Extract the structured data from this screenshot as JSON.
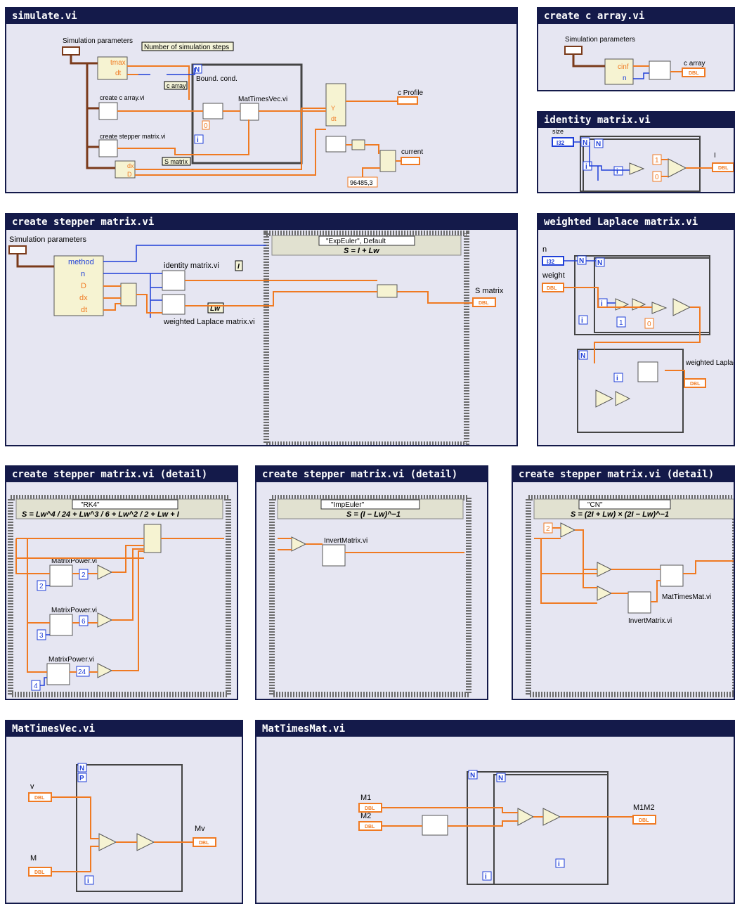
{
  "panels": {
    "simulate": {
      "title": "simulate.vi",
      "sim_params": "Simulation parameters",
      "tmax": "tmax",
      "dt": "dt",
      "num_steps": "Number of simulation steps",
      "bound_cond": "Bound. cond.",
      "c_array": "c array",
      "create_c_array": "create c array.vi",
      "mat_times_vec": "MatTimesVec.vi",
      "create_stepper": "create stepper matrix.vi",
      "s_matrix": "S matrix",
      "dx": "dx",
      "D": "D",
      "c_profile": "c Profile",
      "current": "current",
      "const": "96485,3",
      "zero": "0",
      "N": "N",
      "i": "i"
    },
    "create_c_array": {
      "title": "create c array.vi",
      "sim_params": "Simulation parameters",
      "cinf": "cinf",
      "n": "n",
      "c_array": "c array",
      "dbl": "DBL"
    },
    "identity": {
      "title": "identity matrix.vi",
      "size": "size",
      "i32": "I32",
      "N": "N",
      "i": "i",
      "one": "1",
      "zero": "0",
      "I": "I",
      "dbl": "DBL"
    },
    "stepper": {
      "title": "create stepper matrix.vi",
      "sim_params": "Simulation parameters",
      "fields": [
        "method",
        "n",
        "D",
        "dx",
        "dt"
      ],
      "identity": "identity matrix.vi",
      "weighted": "weighted Laplace matrix.vi",
      "I": "I",
      "Lw": "Lw",
      "case": "\"ExpEuler\", Default",
      "formula": "S = I + Lw",
      "s_matrix": "S matrix",
      "dbl": "DBL"
    },
    "laplace": {
      "title": "weighted Laplace matrix.vi",
      "n": "n",
      "weight": "weight",
      "i32": "I32",
      "dbl": "DBL",
      "N": "N",
      "i": "i",
      "one": "1",
      "zero": "0",
      "out": "weighted\nLaplace matrix"
    },
    "rk4": {
      "title": "create stepper matrix.vi (detail)",
      "case": "\"RK4\"",
      "formula": "S = Lw^4 / 24 + Lw^3 / 6 + Lw^2 / 2 + Lw + I",
      "mp": "MatrixPower.vi",
      "two": "2",
      "three": "3",
      "four": "4",
      "six": "6",
      "tf": "24"
    },
    "imp": {
      "title": "create stepper matrix.vi (detail)",
      "case": "\"ImpEuler\"",
      "formula": "S = (I − Lw)^−1",
      "invert": "InvertMatrix.vi"
    },
    "cn": {
      "title": "create stepper matrix.vi (detail)",
      "case": "\"CN\"",
      "formula": "S = (2I + Lw) × (2I − Lw)^−1",
      "two": "2",
      "mtm": "MatTimesMat.vi",
      "invert": "InvertMatrix.vi"
    },
    "mtv": {
      "title": "MatTimesVec.vi",
      "v": "v",
      "M": "M",
      "Mv": "Mv",
      "dbl": "DBL",
      "N": "N",
      "P": "P",
      "i": "i"
    },
    "mtm": {
      "title": "MatTimesMat.vi",
      "M1": "M1",
      "M2": "M2",
      "M1M2": "M1M2",
      "dbl": "DBL",
      "N": "N",
      "i": "i"
    }
  },
  "colors": {
    "dbl_wire": "#f07a22",
    "int_wire": "#1f3fd8",
    "cluster_wire": "#7a3a1a",
    "frame": "#141a4a",
    "panel_bg": "#e6e6f2"
  }
}
